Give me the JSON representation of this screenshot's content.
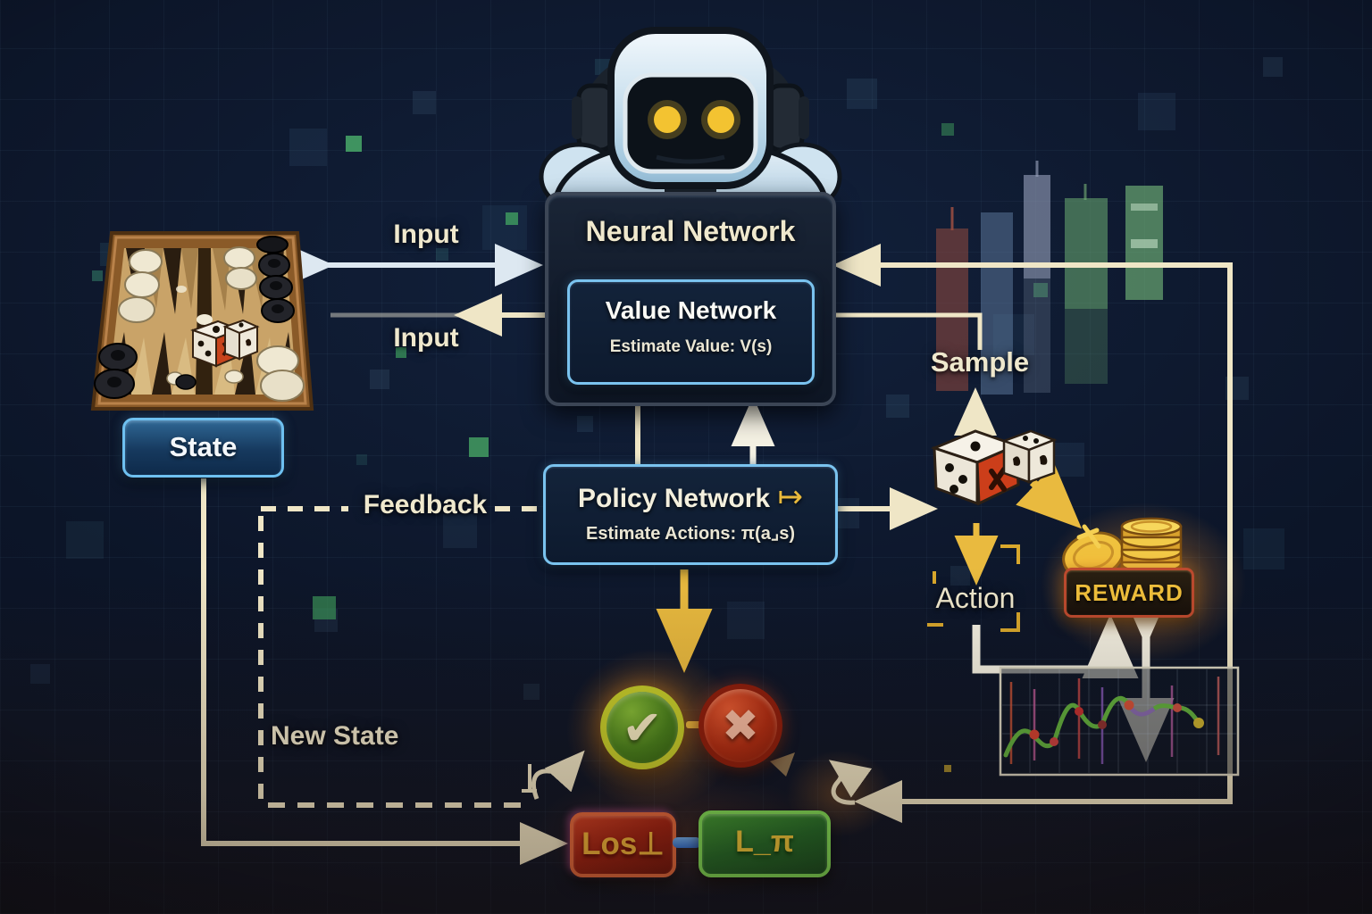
{
  "colors": {
    "background_navy": "#0C1528",
    "accent_cream": "#EFE7C9",
    "accent_yellow": "#E9BA3F",
    "box_border_blue": "#7AC3EF",
    "loss_red": "#B52A18",
    "loss_green": "#2E7D2A",
    "connector_blue": "#4A8FE0",
    "reward_gold": "#F2C13C",
    "check_green": "#47811C",
    "cross_red": "#B02C12"
  },
  "nodes": {
    "neural_network": {
      "title": "Neural Network"
    },
    "value_network": {
      "title": "Value Network",
      "subtitle": "Estimate Value: V(s)"
    },
    "policy_network": {
      "title": "Policy Network",
      "subtitle": "Estimate Actions: π(a⌟s)",
      "mapsto_symbol": "↦"
    },
    "state": {
      "label": "State"
    },
    "reward": {
      "label": "REWARD"
    },
    "loss_value": {
      "label": "Los⊥"
    },
    "loss_policy": {
      "label": "L_π"
    }
  },
  "edge_labels": {
    "input_top": "Input",
    "input_value": "Input",
    "feedback": "Feedback",
    "new_state": "New State",
    "sample": "Sample",
    "action": "Action"
  },
  "icons": {
    "check": "✔",
    "cross": "✖"
  }
}
